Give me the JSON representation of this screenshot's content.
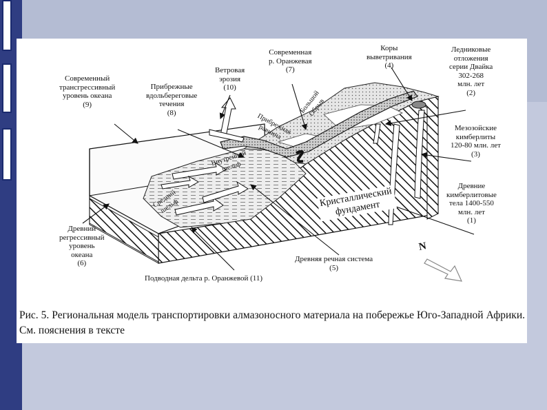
{
  "labels": {
    "modern_transgressive_level": [
      "Современный",
      "трансгрессивный",
      "уровень океана",
      "(9)"
    ],
    "coastal_longshore_currents": [
      "Прибрежные",
      "вдольбереговые",
      "течения",
      "(8)"
    ],
    "wind_erosion": [
      "Ветровая",
      "эрозия",
      "(10)"
    ],
    "modern_orange_river": [
      "Современная",
      "р. Оранжевая",
      "(7)"
    ],
    "weathering_crusts": [
      "Коры",
      "выветривания",
      "(4)"
    ],
    "dwyka_glacial_deposits": [
      "Ледниковые",
      "отложения",
      "серии Двайка",
      "302-268",
      "млн. лет",
      "(2)"
    ],
    "mesozoic_kimberlites": [
      "Мезозойские",
      "кимберлиты",
      "120-80 млн. лет",
      "(3)"
    ],
    "ancient_kimberlite_bodies": [
      "Древние",
      "кимберлитовые",
      "тела 1400-550",
      "млн. лет",
      "(1)"
    ],
    "ancient_regressive_level": [
      "Древний",
      "регрессивный",
      "уровень",
      "океана",
      "(6)"
    ],
    "underwater_delta": "Подводная дельта р. Оранжевой (11)",
    "ancient_river_system": [
      "Древняя речная система",
      "(5)"
    ],
    "inner_shelf": [
      "Внутренний",
      "шельф"
    ],
    "middle_shelf": [
      "Средний",
      "шельф"
    ],
    "coastal_plain": [
      "Прибрежная",
      "равнина"
    ],
    "great_escarpment": [
      "Большой",
      "Обрыв"
    ],
    "crystalline_basement": [
      "Кристаллический",
      "фундамент"
    ],
    "north_arrow": "N"
  },
  "caption": {
    "text": "Рис. 5. Региональная модель транспортировки алмазоносного материала на побережье Юго-Западной Африки. См. пояснения в тексте"
  }
}
